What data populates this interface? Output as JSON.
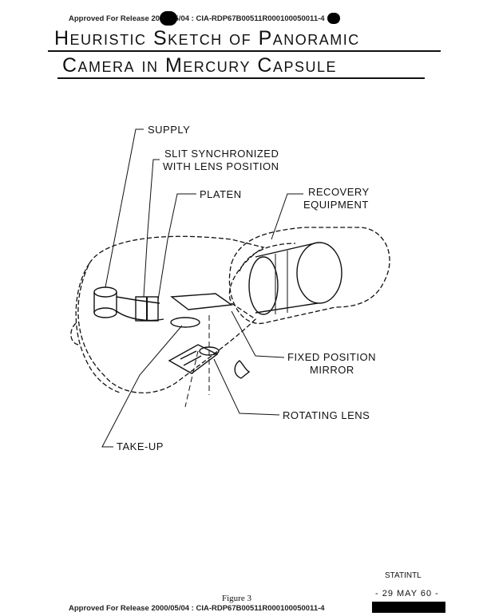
{
  "release": {
    "top": "Approved For Release 2000/05/04 : CIA-RDP67B00511R000100050011-4",
    "bottom": "Approved For Release 2000/05/04 : CIA-RDP67B00511R000100050011-4"
  },
  "title": {
    "line1": "Heuristic Sketch of Panoramic",
    "line2": "Camera in Mercury Capsule"
  },
  "labels": {
    "supply": "Supply",
    "slit_line1": "Slit Synchronized",
    "slit_line2": "With Lens Position",
    "platen": "Platen",
    "recovery_line1": "Recovery",
    "recovery_line2": "Equipment",
    "fixed_line1": "Fixed Position",
    "fixed_line2": "Mirror",
    "rotating_lens": "Rotating Lens",
    "take_up": "Take-Up"
  },
  "figure_caption": "Figure 3",
  "marking": "STATINTL",
  "date_stamp": "- 29 MAY 60 -",
  "colors": {
    "ink": "#111111",
    "paper": "#ffffff",
    "redaction": "#000000"
  }
}
